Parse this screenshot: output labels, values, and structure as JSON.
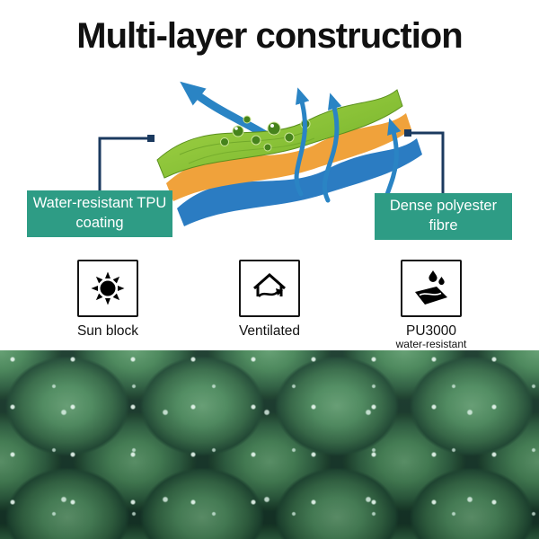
{
  "title": "Multi-layer construction",
  "callouts": {
    "left": "Water-resistant TPU coating",
    "right": "Dense polyester fibre"
  },
  "features": [
    {
      "icon": "sun-icon",
      "label": "Sun block",
      "sublabel": ""
    },
    {
      "icon": "ventilated-icon",
      "label": "Ventilated",
      "sublabel": ""
    },
    {
      "icon": "water-resistant-icon",
      "label": "PU3000",
      "sublabel": "water-resistant"
    }
  ],
  "colors": {
    "callout_bg": "#2E9C85",
    "connector": "#1B3A5F",
    "layer_top": "#8CC63E",
    "layer_mid": "#F0A23B",
    "layer_bottom": "#2B7CC2",
    "arrow": "#2A84C4",
    "title_text": "#111111"
  }
}
